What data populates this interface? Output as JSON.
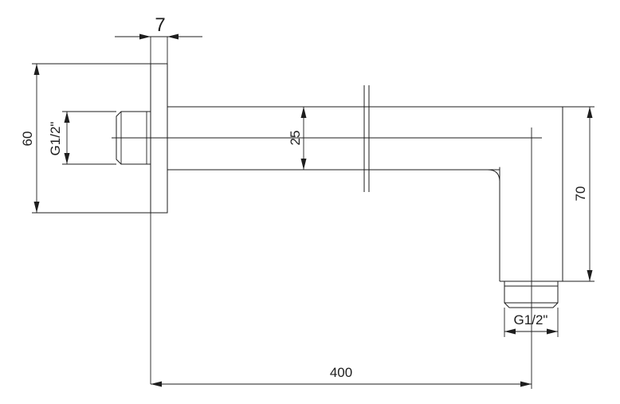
{
  "dimensions": {
    "flange_thickness": "7",
    "flange_height": "60",
    "inlet_thread": "G1/2\"",
    "arm_height": "25",
    "drop_height": "70",
    "outlet_thread": "G1/2\"",
    "arm_length": "400"
  }
}
